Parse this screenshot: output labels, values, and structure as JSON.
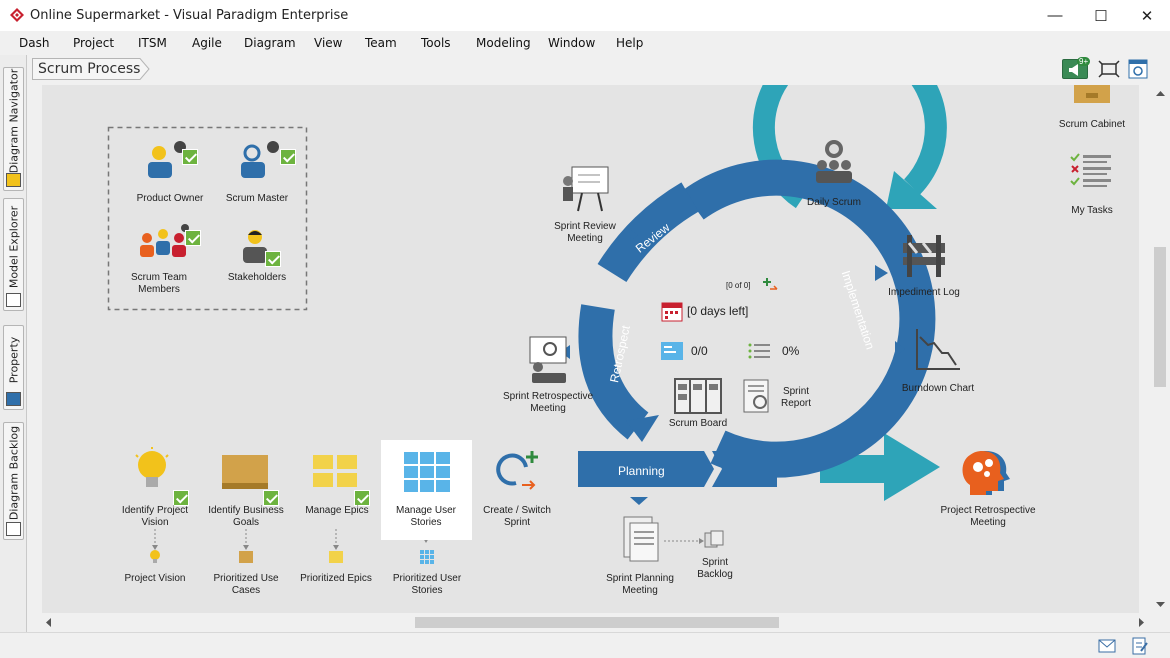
{
  "window": {
    "title": "Online Supermarket - Visual Paradigm Enterprise",
    "minimize": "—",
    "maximize": "☐",
    "close": "✕"
  },
  "menu": [
    "Dash",
    "Project",
    "ITSM",
    "Agile",
    "Diagram",
    "View",
    "Team",
    "Tools",
    "Modeling",
    "Window",
    "Help"
  ],
  "left_tabs": [
    "Diagram Navigator",
    "Model Explorer",
    "Property",
    "Diagram Backlog"
  ],
  "breadcrumb": {
    "label": "Scrum Process"
  },
  "toolbar": {
    "notification_count": "9+"
  },
  "roles": [
    {
      "label": "Product Owner"
    },
    {
      "label": "Scrum Master"
    },
    {
      "label": "Scrum Team Members"
    },
    {
      "label": "Stakeholders"
    }
  ],
  "cycle": {
    "review": "Review",
    "implementation": "Implementation",
    "retrospect": "Retrospect",
    "planning": "Planning"
  },
  "center": {
    "task_count": "[0 of 0]",
    "days_left": "[0 days left]",
    "stories_done": "0/0",
    "progress": "0%",
    "scrum_board": "Scrum Board",
    "sprint_report": "Sprint Report"
  },
  "events": {
    "sprint_review": "Sprint Review Meeting",
    "daily_scrum": "Daily Scrum",
    "impediment_log": "Impediment Log",
    "burndown_chart": "Burndown Chart",
    "sprint_retro": "Sprint Retrospective Meeting",
    "project_retro": "Project Retrospective Meeting",
    "sprint_planning": "Sprint Planning Meeting",
    "sprint_backlog": "Sprint Backlog",
    "create_sprint": "Create / Switch Sprint"
  },
  "right_tools": {
    "scrum_cabinet": "Scrum Cabinet",
    "my_tasks": "My Tasks"
  },
  "steps": [
    {
      "label": "Identify Project Vision",
      "artifact": "Project Vision"
    },
    {
      "label": "Identify Business Goals",
      "artifact": "Prioritized Use Cases"
    },
    {
      "label": "Manage Epics",
      "artifact": "Prioritized Epics"
    },
    {
      "label": "Manage User Stories",
      "artifact": "Prioritized User Stories"
    }
  ],
  "colors": {
    "cycle_blue": "#2f6faa",
    "teal": "#2ea4b8",
    "yellow": "#f2c21b",
    "check_green": "#6db33f",
    "orange": "#e8601e"
  }
}
